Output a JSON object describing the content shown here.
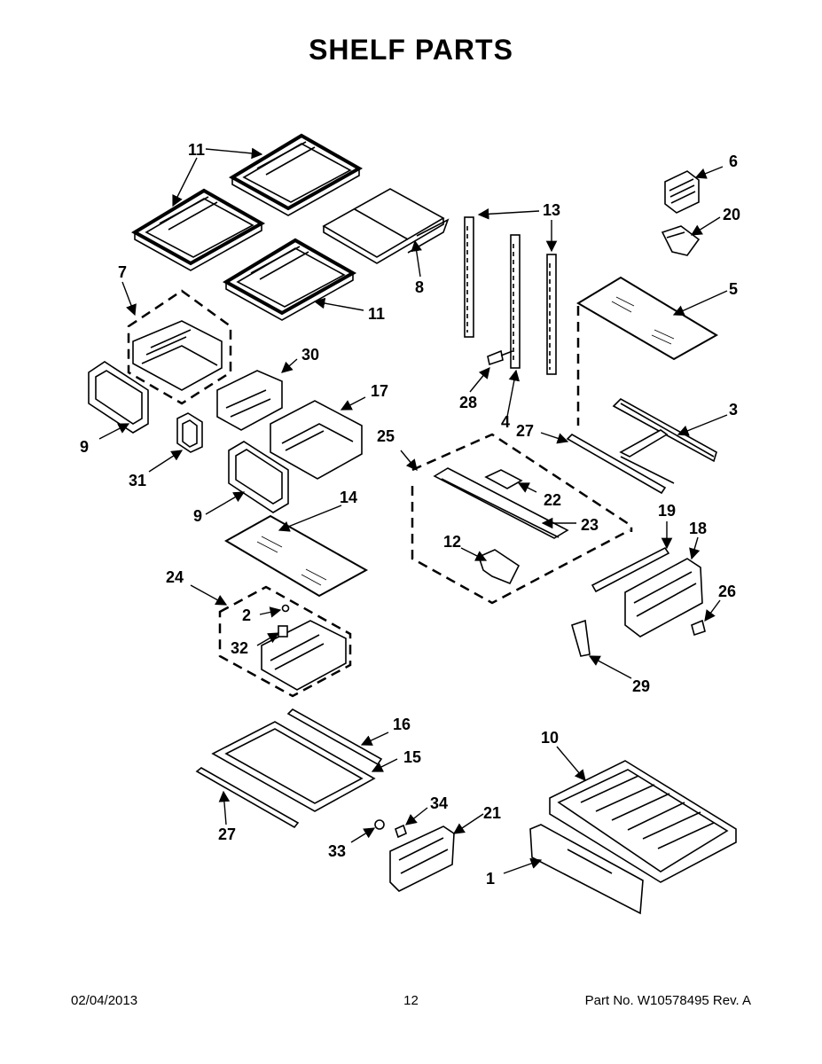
{
  "title": "SHELF PARTS",
  "labels": {
    "l1": "1",
    "l2": "2",
    "l3": "3",
    "l4": "4",
    "l5": "5",
    "l6": "6",
    "l7": "7",
    "l8": "8",
    "l9a": "9",
    "l9b": "9",
    "l10": "10",
    "l11a": "11",
    "l11b": "11",
    "l12": "12",
    "l13": "13",
    "l14": "14",
    "l15": "15",
    "l16": "16",
    "l17": "17",
    "l18": "18",
    "l19": "19",
    "l20": "20",
    "l21": "21",
    "l22": "22",
    "l23": "23",
    "l24": "24",
    "l25": "25",
    "l26": "26",
    "l27a": "27",
    "l27b": "27",
    "l28": "28",
    "l29": "29",
    "l30": "30",
    "l31": "31",
    "l32": "32",
    "l33": "33",
    "l34": "34"
  },
  "footer": {
    "date": "02/04/2013",
    "page": "12",
    "part": "Part No.  W10578495  Rev.  A"
  }
}
